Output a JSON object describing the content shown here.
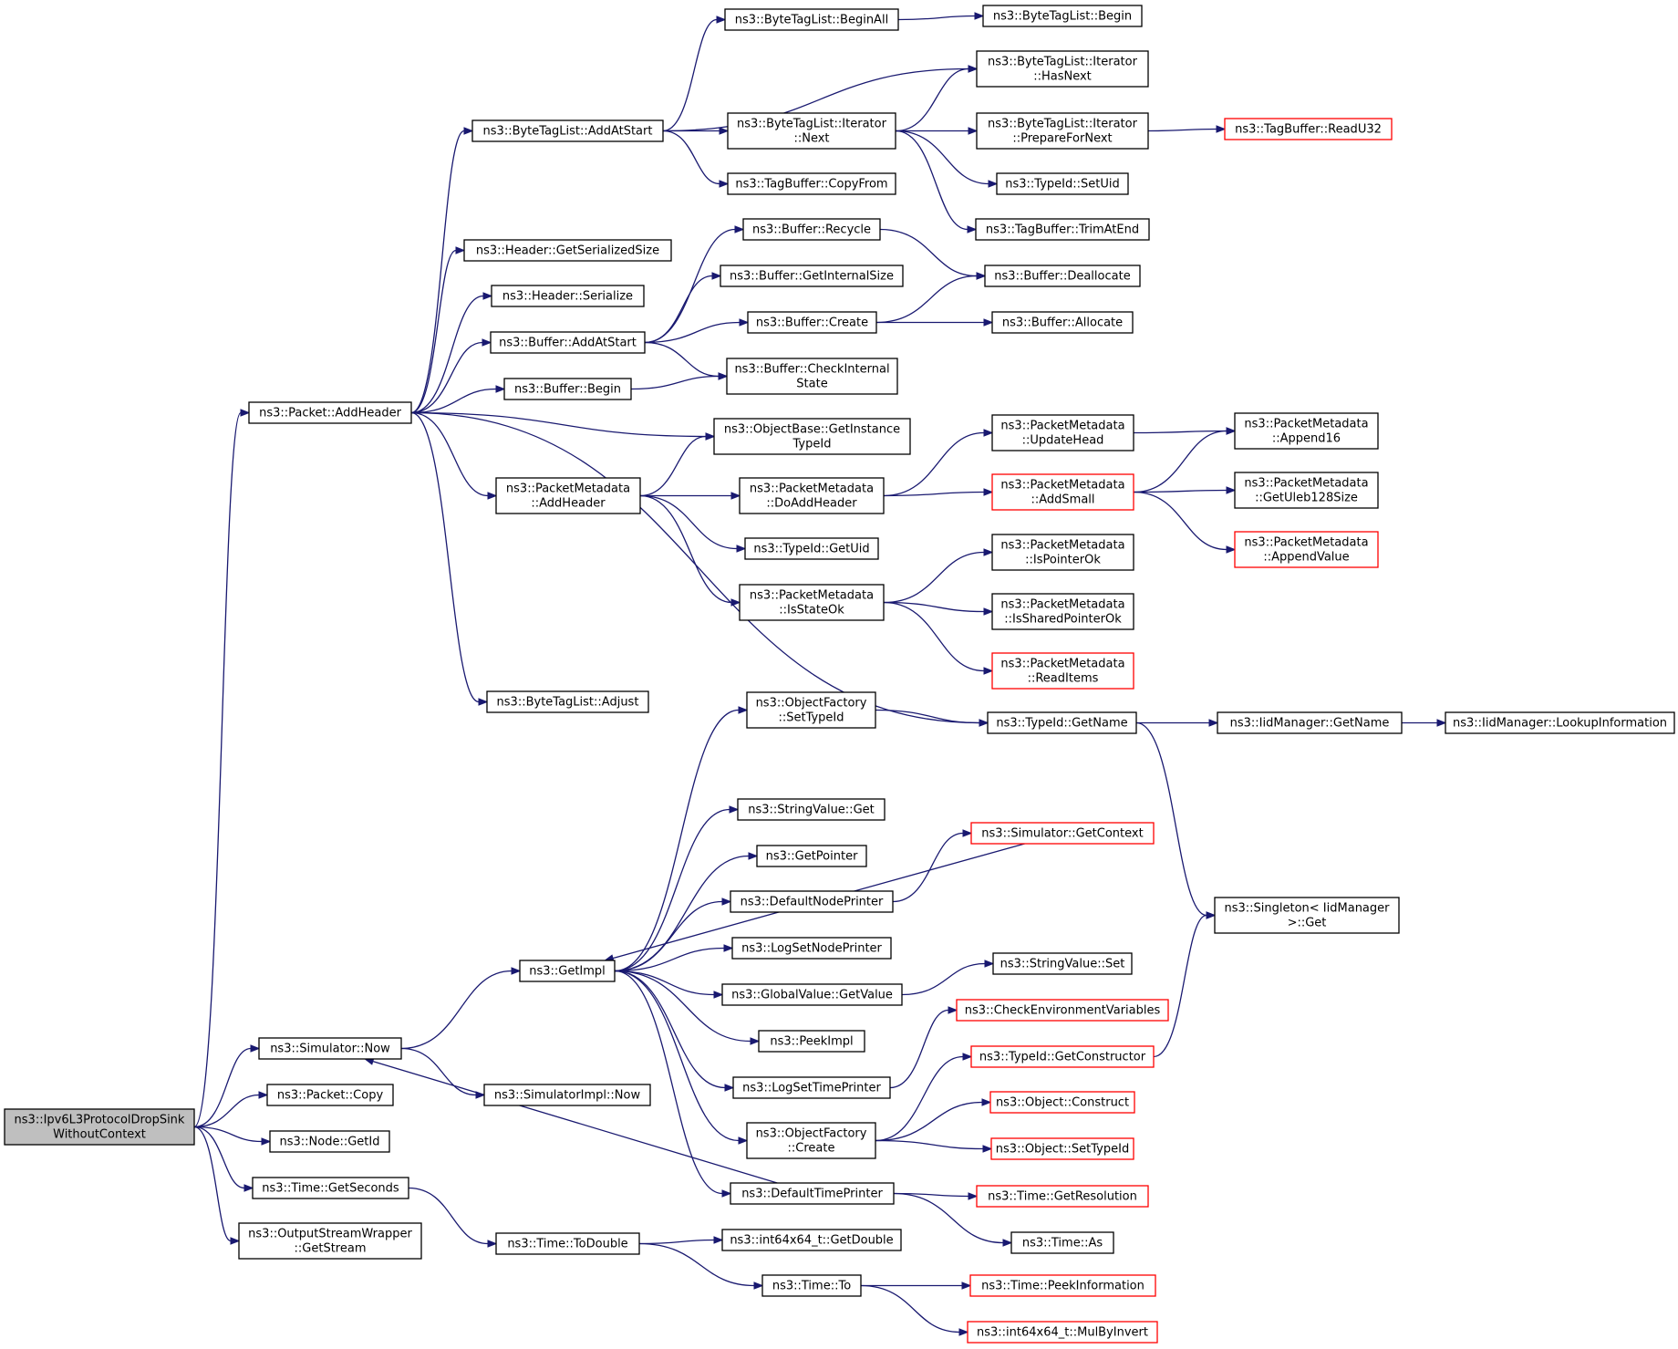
{
  "colors": {
    "edge": "#191970",
    "node_border": "#000000",
    "truncated_node_border": "#ff0000",
    "root_fill": "#bfbfbf",
    "node_fill": "#ffffff"
  },
  "nodes": [
    {
      "id": "root",
      "lines": [
        "ns3::Ipv6L3ProtocolDropSink",
        "WithoutContext"
      ],
      "style": "root"
    },
    {
      "id": "packet_addheader",
      "lines": [
        "ns3::Packet::AddHeader"
      ]
    },
    {
      "id": "simulator_now",
      "lines": [
        "ns3::Simulator::Now"
      ]
    },
    {
      "id": "packet_copy",
      "lines": [
        "ns3::Packet::Copy"
      ]
    },
    {
      "id": "node_getid",
      "lines": [
        "ns3::Node::GetId"
      ]
    },
    {
      "id": "time_getseconds",
      "lines": [
        "ns3::Time::GetSeconds"
      ]
    },
    {
      "id": "osw_getstream",
      "lines": [
        "ns3::OutputStreamWrapper",
        "::GetStream"
      ]
    },
    {
      "id": "btl_addatstart",
      "lines": [
        "ns3::ByteTagList::AddAtStart"
      ]
    },
    {
      "id": "header_getserializedsize",
      "lines": [
        "ns3::Header::GetSerializedSize"
      ]
    },
    {
      "id": "header_serialize",
      "lines": [
        "ns3::Header::Serialize"
      ]
    },
    {
      "id": "buffer_addatstart",
      "lines": [
        "ns3::Buffer::AddAtStart"
      ]
    },
    {
      "id": "buffer_begin",
      "lines": [
        "ns3::Buffer::Begin"
      ]
    },
    {
      "id": "pm_addheader",
      "lines": [
        "ns3::PacketMetadata",
        "::AddHeader"
      ]
    },
    {
      "id": "btl_adjust",
      "lines": [
        "ns3::ByteTagList::Adjust"
      ]
    },
    {
      "id": "getimpl",
      "lines": [
        "ns3::GetImpl"
      ]
    },
    {
      "id": "simimpl_now",
      "lines": [
        "ns3::SimulatorImpl::Now"
      ]
    },
    {
      "id": "time_todouble",
      "lines": [
        "ns3::Time::ToDouble"
      ]
    },
    {
      "id": "btl_beginall",
      "lines": [
        "ns3::ByteTagList::BeginAll"
      ]
    },
    {
      "id": "btl_iter_next",
      "lines": [
        "ns3::ByteTagList::Iterator",
        "::Next"
      ]
    },
    {
      "id": "tagbuffer_copyfrom",
      "lines": [
        "ns3::TagBuffer::CopyFrom"
      ]
    },
    {
      "id": "buffer_recycle",
      "lines": [
        "ns3::Buffer::Recycle"
      ]
    },
    {
      "id": "buffer_getinternalsize",
      "lines": [
        "ns3::Buffer::GetInternalSize"
      ]
    },
    {
      "id": "buffer_create",
      "lines": [
        "ns3::Buffer::Create"
      ]
    },
    {
      "id": "buffer_checkinternalstate",
      "lines": [
        "ns3::Buffer::CheckInternal",
        "State"
      ]
    },
    {
      "id": "objectbase_getinstancetypeid",
      "lines": [
        "ns3::ObjectBase::GetInstance",
        "TypeId"
      ]
    },
    {
      "id": "pm_doaddheader",
      "lines": [
        "ns3::PacketMetadata",
        "::DoAddHeader"
      ]
    },
    {
      "id": "typeid_getuid",
      "lines": [
        "ns3::TypeId::GetUid"
      ]
    },
    {
      "id": "pm_isstateok",
      "lines": [
        "ns3::PacketMetadata",
        "::IsStateOk"
      ]
    },
    {
      "id": "of_settypeid",
      "lines": [
        "ns3::ObjectFactory",
        "::SetTypeId"
      ]
    },
    {
      "id": "stringvalue_get",
      "lines": [
        "ns3::StringValue::Get"
      ]
    },
    {
      "id": "getpointer",
      "lines": [
        "ns3::GetPointer"
      ]
    },
    {
      "id": "defaultnodeprinter",
      "lines": [
        "ns3::DefaultNodePrinter"
      ]
    },
    {
      "id": "logsetnodeprinter",
      "lines": [
        "ns3::LogSetNodePrinter"
      ]
    },
    {
      "id": "globalvalue_getvalue",
      "lines": [
        "ns3::GlobalValue::GetValue"
      ]
    },
    {
      "id": "peekimpl",
      "lines": [
        "ns3::PeekImpl"
      ]
    },
    {
      "id": "logsettimeprinter",
      "lines": [
        "ns3::LogSetTimePrinter"
      ]
    },
    {
      "id": "of_create",
      "lines": [
        "ns3::ObjectFactory",
        "::Create"
      ]
    },
    {
      "id": "defaulttimeprinter",
      "lines": [
        "ns3::DefaultTimePrinter"
      ]
    },
    {
      "id": "int64_getdouble",
      "lines": [
        "ns3::int64x64_t::GetDouble"
      ]
    },
    {
      "id": "time_to",
      "lines": [
        "ns3::Time::To"
      ]
    },
    {
      "id": "btl_begin",
      "lines": [
        "ns3::ByteTagList::Begin"
      ]
    },
    {
      "id": "btl_iter_hasnext",
      "lines": [
        "ns3::ByteTagList::Iterator",
        "::HasNext"
      ]
    },
    {
      "id": "btl_iter_preparefornext",
      "lines": [
        "ns3::ByteTagList::Iterator",
        "::PrepareForNext"
      ]
    },
    {
      "id": "typeid_setuid",
      "lines": [
        "ns3::TypeId::SetUid"
      ]
    },
    {
      "id": "tagbuffer_trimatend",
      "lines": [
        "ns3::TagBuffer::TrimAtEnd"
      ]
    },
    {
      "id": "buffer_deallocate",
      "lines": [
        "ns3::Buffer::Deallocate"
      ]
    },
    {
      "id": "buffer_allocate",
      "lines": [
        "ns3::Buffer::Allocate"
      ]
    },
    {
      "id": "pm_updatehead",
      "lines": [
        "ns3::PacketMetadata",
        "::UpdateHead"
      ]
    },
    {
      "id": "pm_addsmall",
      "lines": [
        "ns3::PacketMetadata",
        "::AddSmall"
      ],
      "style": "red"
    },
    {
      "id": "pm_ispointerok",
      "lines": [
        "ns3::PacketMetadata",
        "::IsPointerOk"
      ]
    },
    {
      "id": "pm_issharedpointerok",
      "lines": [
        "ns3::PacketMetadata",
        "::IsSharedPointerOk"
      ]
    },
    {
      "id": "pm_readitems",
      "lines": [
        "ns3::PacketMetadata",
        "::ReadItems"
      ],
      "style": "red"
    },
    {
      "id": "typeid_getname",
      "lines": [
        "ns3::TypeId::GetName"
      ]
    },
    {
      "id": "simulator_getcontext",
      "lines": [
        "ns3::Simulator::GetContext"
      ],
      "style": "red"
    },
    {
      "id": "stringvalue_set",
      "lines": [
        "ns3::StringValue::Set"
      ]
    },
    {
      "id": "checkenvvars",
      "lines": [
        "ns3::CheckEnvironmentVariables"
      ],
      "style": "red"
    },
    {
      "id": "typeid_getconstructor",
      "lines": [
        "ns3::TypeId::GetConstructor"
      ],
      "style": "red"
    },
    {
      "id": "object_construct",
      "lines": [
        "ns3::Object::Construct"
      ],
      "style": "red"
    },
    {
      "id": "object_settypeid",
      "lines": [
        "ns3::Object::SetTypeId"
      ],
      "style": "red"
    },
    {
      "id": "time_getresolution",
      "lines": [
        "ns3::Time::GetResolution"
      ],
      "style": "red"
    },
    {
      "id": "time_as",
      "lines": [
        "ns3::Time::As"
      ]
    },
    {
      "id": "time_peekinformation",
      "lines": [
        "ns3::Time::PeekInformation"
      ],
      "style": "red"
    },
    {
      "id": "int64_mulbyinvert",
      "lines": [
        "ns3::int64x64_t::MulByInvert"
      ],
      "style": "red"
    },
    {
      "id": "tagbuffer_readu32",
      "lines": [
        "ns3::TagBuffer::ReadU32"
      ],
      "style": "red"
    },
    {
      "id": "pm_append16",
      "lines": [
        "ns3::PacketMetadata",
        "::Append16"
      ]
    },
    {
      "id": "pm_getuleb128size",
      "lines": [
        "ns3::PacketMetadata",
        "::GetUleb128Size"
      ]
    },
    {
      "id": "pm_appendvalue",
      "lines": [
        "ns3::PacketMetadata",
        "::AppendValue"
      ],
      "style": "red"
    },
    {
      "id": "iidmanager_getname",
      "lines": [
        "ns3::IidManager::GetName"
      ]
    },
    {
      "id": "singleton_get",
      "lines": [
        "ns3::Singleton< IidManager",
        ">::Get"
      ]
    },
    {
      "id": "iidmanager_lookupinformation",
      "lines": [
        "ns3::IidManager::LookupInformation"
      ]
    }
  ],
  "edges": [
    [
      "root",
      "packet_addheader"
    ],
    [
      "root",
      "simulator_now"
    ],
    [
      "root",
      "packet_copy"
    ],
    [
      "root",
      "node_getid"
    ],
    [
      "root",
      "time_getseconds"
    ],
    [
      "root",
      "osw_getstream"
    ],
    [
      "packet_addheader",
      "btl_addatstart"
    ],
    [
      "packet_addheader",
      "header_getserializedsize"
    ],
    [
      "packet_addheader",
      "header_serialize"
    ],
    [
      "packet_addheader",
      "buffer_addatstart"
    ],
    [
      "packet_addheader",
      "buffer_begin"
    ],
    [
      "packet_addheader",
      "objectbase_getinstancetypeid"
    ],
    [
      "packet_addheader",
      "pm_addheader"
    ],
    [
      "packet_addheader",
      "typeid_getname"
    ],
    [
      "packet_addheader",
      "btl_adjust"
    ],
    [
      "btl_addatstart",
      "btl_beginall"
    ],
    [
      "btl_addatstart",
      "btl_iter_hasnext"
    ],
    [
      "btl_addatstart",
      "btl_iter_next"
    ],
    [
      "btl_addatstart",
      "tagbuffer_copyfrom"
    ],
    [
      "btl_beginall",
      "btl_begin"
    ],
    [
      "btl_iter_next",
      "btl_iter_hasnext"
    ],
    [
      "btl_iter_next",
      "btl_iter_preparefornext"
    ],
    [
      "btl_iter_next",
      "typeid_setuid"
    ],
    [
      "btl_iter_next",
      "tagbuffer_trimatend"
    ],
    [
      "btl_iter_preparefornext",
      "tagbuffer_readu32"
    ],
    [
      "buffer_addatstart",
      "buffer_recycle"
    ],
    [
      "buffer_addatstart",
      "buffer_getinternalsize"
    ],
    [
      "buffer_addatstart",
      "buffer_create"
    ],
    [
      "buffer_addatstart",
      "buffer_checkinternalstate"
    ],
    [
      "buffer_recycle",
      "buffer_deallocate"
    ],
    [
      "buffer_create",
      "buffer_deallocate"
    ],
    [
      "buffer_create",
      "buffer_allocate"
    ],
    [
      "buffer_begin",
      "buffer_checkinternalstate"
    ],
    [
      "pm_addheader",
      "objectbase_getinstancetypeid"
    ],
    [
      "pm_addheader",
      "pm_doaddheader"
    ],
    [
      "pm_addheader",
      "typeid_getuid"
    ],
    [
      "pm_addheader",
      "pm_isstateok"
    ],
    [
      "pm_doaddheader",
      "pm_updatehead"
    ],
    [
      "pm_doaddheader",
      "pm_addsmall"
    ],
    [
      "pm_updatehead",
      "pm_append16"
    ],
    [
      "pm_addsmall",
      "pm_append16"
    ],
    [
      "pm_addsmall",
      "pm_getuleb128size"
    ],
    [
      "pm_addsmall",
      "pm_appendvalue"
    ],
    [
      "pm_isstateok",
      "pm_ispointerok"
    ],
    [
      "pm_isstateok",
      "pm_issharedpointerok"
    ],
    [
      "pm_isstateok",
      "pm_readitems"
    ],
    [
      "typeid_getname",
      "iidmanager_getname"
    ],
    [
      "typeid_getname",
      "singleton_get"
    ],
    [
      "iidmanager_getname",
      "iidmanager_lookupinformation"
    ],
    [
      "simulator_now",
      "getimpl"
    ],
    [
      "simulator_now",
      "simimpl_now"
    ],
    [
      "getimpl",
      "of_settypeid"
    ],
    [
      "getimpl",
      "stringvalue_get"
    ],
    [
      "getimpl",
      "getpointer"
    ],
    [
      "getimpl",
      "defaultnodeprinter"
    ],
    [
      "getimpl",
      "logsetnodeprinter"
    ],
    [
      "getimpl",
      "globalvalue_getvalue"
    ],
    [
      "getimpl",
      "peekimpl"
    ],
    [
      "getimpl",
      "logsettimeprinter"
    ],
    [
      "getimpl",
      "of_create"
    ],
    [
      "getimpl",
      "defaulttimeprinter"
    ],
    [
      "of_settypeid",
      "typeid_getname"
    ],
    [
      "simulator_getcontext",
      "getimpl"
    ],
    [
      "defaultnodeprinter",
      "simulator_getcontext"
    ],
    [
      "globalvalue_getvalue",
      "stringvalue_set"
    ],
    [
      "logsettimeprinter",
      "checkenvvars"
    ],
    [
      "of_create",
      "typeid_getconstructor"
    ],
    [
      "of_create",
      "object_construct"
    ],
    [
      "of_create",
      "object_settypeid"
    ],
    [
      "typeid_getconstructor",
      "singleton_get"
    ],
    [
      "defaulttimeprinter",
      "simulator_now"
    ],
    [
      "defaulttimeprinter",
      "time_getresolution"
    ],
    [
      "defaulttimeprinter",
      "time_as"
    ],
    [
      "time_getseconds",
      "time_todouble"
    ],
    [
      "time_todouble",
      "int64_getdouble"
    ],
    [
      "time_todouble",
      "time_to"
    ],
    [
      "time_to",
      "time_peekinformation"
    ],
    [
      "time_to",
      "int64_mulbyinvert"
    ]
  ]
}
